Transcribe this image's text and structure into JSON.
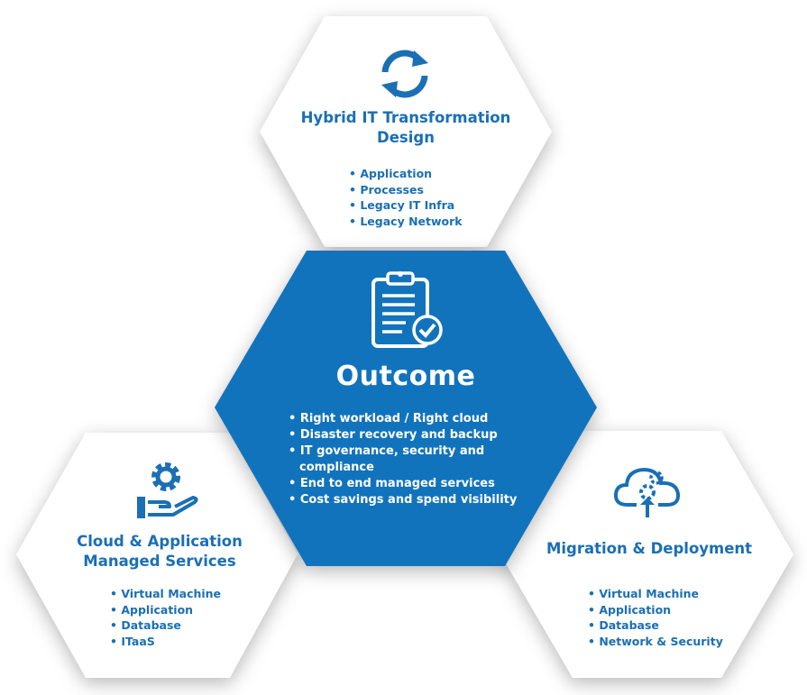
{
  "colors": {
    "accent": "#1a6fb5",
    "center_fill": "#1273bd",
    "card_fill": "#ffffff"
  },
  "top_card": {
    "icon": "sync-arrows-icon",
    "title": "Hybrid IT Transformation Design",
    "items": [
      "Application",
      "Processes",
      "Legacy IT Infra",
      "Legacy Network"
    ]
  },
  "center_card": {
    "icon": "clipboard-check-icon",
    "title": "Outcome",
    "items": [
      "Right workload / Right cloud",
      "Disaster recovery and backup",
      "IT governance, security and compliance",
      "End to end managed services",
      "Cost savings and spend visibility"
    ]
  },
  "left_card": {
    "icon": "hand-gear-icon",
    "title": "Cloud & Application Managed Services",
    "items": [
      "Virtual Machine",
      "Application",
      "Database",
      "ITaaS"
    ]
  },
  "right_card": {
    "icon": "cloud-upload-gear-icon",
    "title": "Migration & Deployment",
    "items": [
      "Virtual Machine",
      "Application",
      "Database",
      "Network & Security"
    ]
  }
}
